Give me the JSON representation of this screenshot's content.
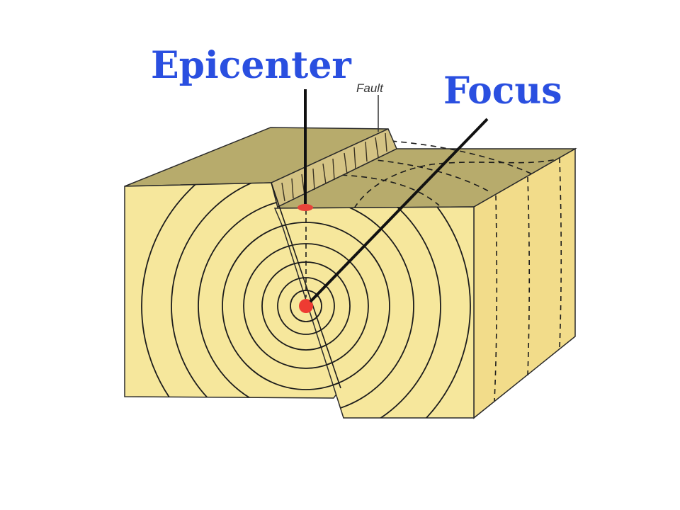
{
  "labels": {
    "epicenter": "Epicenter",
    "focus": "Focus",
    "fault": "Fault"
  },
  "colors": {
    "label_blue": "#2a4fe0",
    "front_face": "#f6e79c",
    "side_face": "#f2dc8a",
    "top_surface": "#b7ab6c",
    "fault_scarp": "#d4c384",
    "wave_line": "#1c1c1c",
    "hypocenter_dot": "#ee3b32",
    "epicenter_dot": "#e8443a"
  },
  "icons": {
    "focus_marker": "red-dot",
    "epicenter_marker": "red-dot"
  }
}
